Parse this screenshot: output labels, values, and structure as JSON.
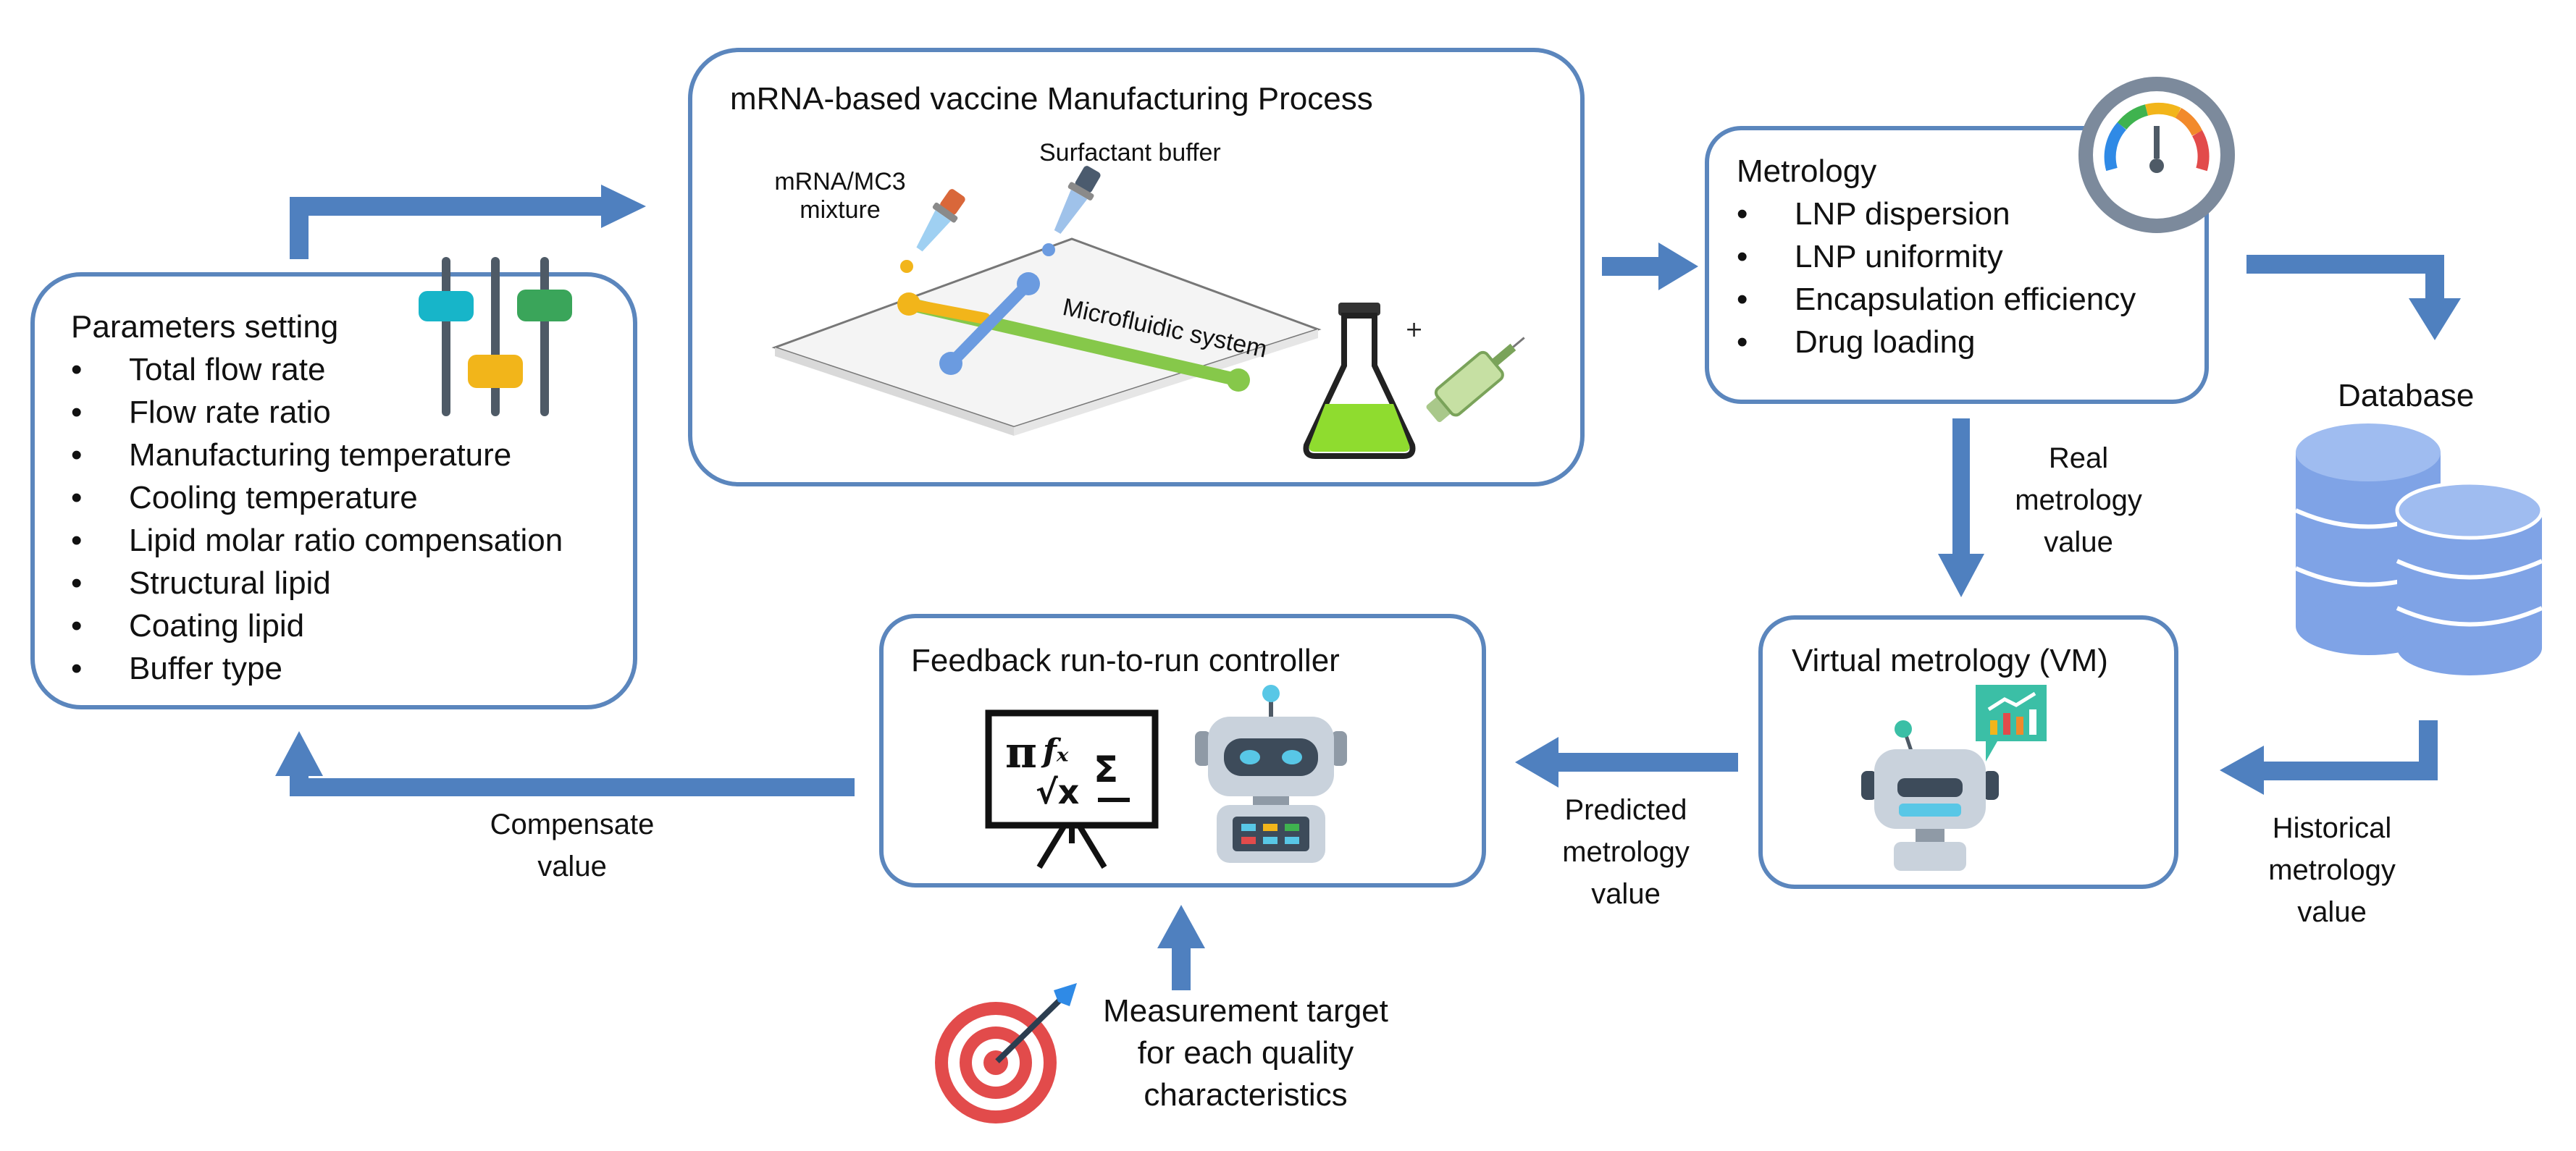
{
  "parameters": {
    "title": "Parameters setting",
    "items": [
      "Total flow rate",
      "Flow rate ratio",
      "Manufacturing temperature",
      "Cooling temperature",
      "Lipid molar ratio compensation",
      "Structural lipid",
      "Coating lipid",
      "Buffer type"
    ]
  },
  "process": {
    "title": "mRNA-based vaccine Manufacturing Process",
    "mixture_label": "mRNA/MC3\nmixture",
    "buffer_label": "Surfactant buffer",
    "chip_label": "Microfluidic system"
  },
  "metrology": {
    "title": "Metrology",
    "items": [
      "LNP dispersion",
      "LNP uniformity",
      "Encapsulation efficiency",
      "Drug loading"
    ]
  },
  "database": {
    "label": "Database"
  },
  "real_value": "Real\nmetrology\nvalue",
  "vm": {
    "title": "Virtual metrology (VM)"
  },
  "historical_value": "Historical\nmetrology\nvalue",
  "predicted_value": "Predicted\nmetrology\nvalue",
  "controller": {
    "title": "Feedback run-to-run controller"
  },
  "compensate_value": "Compensate\nvalue",
  "target": "Measurement target\nfor each quality\ncharacteristics",
  "colors": {
    "arrow": "#4f80bf",
    "border": "#5b86bd",
    "db": "#7fa3e6"
  },
  "icons": [
    "sliders-icon",
    "dropper-icon",
    "microfluidic-chip-icon",
    "flask-icon",
    "syringe-icon",
    "gauge-icon",
    "database-icon",
    "robot-icon",
    "chart-bubble-icon",
    "formula-board-icon",
    "target-icon"
  ]
}
